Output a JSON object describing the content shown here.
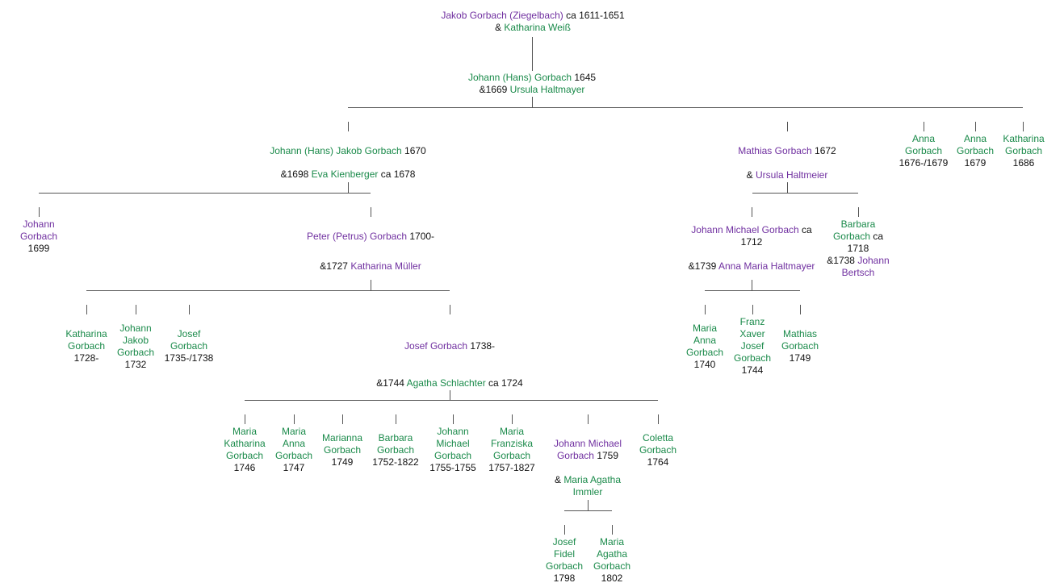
{
  "colors": {
    "male_link": "#7030a0",
    "female_link": "#1a8a4a",
    "text": "#111111",
    "line": "#555555"
  },
  "people": {
    "p_jakob": {
      "name": "Jakob Gorbach (Ziegelbach)",
      "dates": "ca 1611-1651",
      "spouse_prefix": "& ",
      "spouse": "Katharina Weiß"
    },
    "p_johann_hans": {
      "name": "Johann (Hans) Gorbach",
      "dates": "1645",
      "spouse_prefix": "&1669 ",
      "spouse": "Ursula Haltmayer"
    },
    "p_johann_hans_jakob": {
      "name": "Johann (Hans) Jakob Gorbach",
      "dates": "1670",
      "spouse_prefix": "&1698 ",
      "spouse": "Eva Kienberger",
      "spouse_dates": "ca 1678"
    },
    "p_mathias": {
      "name": "Mathias Gorbach",
      "dates": "1672",
      "spouse_prefix": "& ",
      "spouse": "Ursula Haltmeier"
    },
    "p_anna1": {
      "name_l1": "Anna",
      "name_l2": "Gorbach",
      "dates": "1676-/1679"
    },
    "p_anna2": {
      "name_l1": "Anna",
      "name_l2": "Gorbach",
      "dates": "1679"
    },
    "p_katharina1": {
      "name_l1": "Katharina",
      "name_l2": "Gorbach",
      "dates": "1686"
    },
    "p_johann_1699": {
      "name_l1": "Johann",
      "name_l2": "Gorbach",
      "dates": "1699"
    },
    "p_peter": {
      "name": "Peter (Petrus) Gorbach",
      "dates": "1700-",
      "spouse_prefix": "&1727 ",
      "spouse": "Katharina Müller"
    },
    "p_johann_michael_1712": {
      "name": "Johann Michael Gorbach",
      "dates_a": "ca",
      "dates_b": "1712",
      "spouse_prefix": "&1739 ",
      "spouse": "Anna Maria Haltmayer"
    },
    "p_barbara_1718": {
      "name_l1": "Barbara",
      "name_l2": "Gorbach",
      "dates_a": "ca",
      "dates_b": "1718",
      "spouse_prefix": "&1738 ",
      "spouse_l1": "Johann",
      "spouse_l2": "Bertsch"
    },
    "p_katharina_1728": {
      "name_l1": "Katharina",
      "name_l2": "Gorbach",
      "dates": "1728-"
    },
    "p_johann_jakob_1732": {
      "name_l1": "Johann",
      "name_l2": "Jakob",
      "name_l3": "Gorbach",
      "dates": "1732"
    },
    "p_josef_1735": {
      "name_l1": "Josef",
      "name_l2": "Gorbach",
      "dates": "1735-/1738"
    },
    "p_josef_1738": {
      "name": "Josef Gorbach",
      "dates": "1738-",
      "spouse_prefix": "&1744 ",
      "spouse": "Agatha Schlachter",
      "spouse_dates": "ca 1724"
    },
    "p_maria_anna_1740": {
      "name_l1": "Maria",
      "name_l2": "Anna",
      "name_l3": "Gorbach",
      "dates": "1740"
    },
    "p_franz_xaver": {
      "name_l1": "Franz",
      "name_l2": "Xaver",
      "name_l3": "Josef",
      "name_l4": "Gorbach",
      "dates": "1744"
    },
    "p_mathias_1749": {
      "name_l1": "Mathias",
      "name_l2": "Gorbach",
      "dates": "1749"
    },
    "p_maria_katharina": {
      "name_l1": "Maria",
      "name_l2": "Katharina",
      "name_l3": "Gorbach",
      "dates": "1746"
    },
    "p_maria_anna_1747": {
      "name_l1": "Maria",
      "name_l2": "Anna",
      "name_l3": "Gorbach",
      "dates": "1747"
    },
    "p_marianna": {
      "name_l1": "Marianna",
      "name_l2": "Gorbach",
      "dates": "1749"
    },
    "p_barbara_1752": {
      "name_l1": "Barbara",
      "name_l2": "Gorbach",
      "dates": "1752-1822"
    },
    "p_johann_michael_1755": {
      "name_l1": "Johann",
      "name_l2": "Michael",
      "name_l3": "Gorbach",
      "dates": "1755-1755"
    },
    "p_maria_franziska": {
      "name_l1": "Maria",
      "name_l2": "Franziska",
      "name_l3": "Gorbach",
      "dates": "1757-1827"
    },
    "p_johann_michael_1759": {
      "name_l1": "Johann Michael",
      "name_l2": "Gorbach",
      "dates": "1759",
      "spouse_prefix": "& ",
      "spouse_l1": "Maria Agatha",
      "spouse_l2": "Immler"
    },
    "p_coletta": {
      "name_l1": "Coletta",
      "name_l2": "Gorbach",
      "dates": "1764"
    },
    "p_josef_fidel": {
      "name_l1": "Josef",
      "name_l2": "Fidel",
      "name_l3": "Gorbach",
      "dates": "1798"
    },
    "p_maria_agatha_1802": {
      "name_l1": "Maria",
      "name_l2": "Agatha",
      "name_l3": "Gorbach",
      "dates": "1802"
    }
  }
}
